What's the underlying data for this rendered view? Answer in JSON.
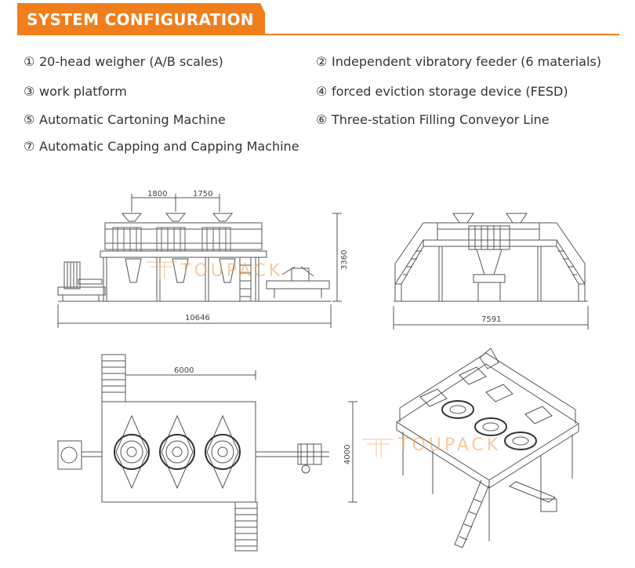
{
  "header": {
    "title": "SYSTEM CONFIGURATION",
    "accent_color": "#f07e1a"
  },
  "items": [
    {
      "num": "①",
      "label": "20-head weigher (A/B scales)"
    },
    {
      "num": "②",
      "label": "Independent vibratory feeder (6 materials)"
    },
    {
      "num": "③",
      "label": "work platform"
    },
    {
      "num": "④",
      "label": "forced eviction storage device (FESD)"
    },
    {
      "num": "⑤",
      "label": "Automatic Cartoning Machine"
    },
    {
      "num": "⑥",
      "label": "Three-station Filling Conveyor Line"
    },
    {
      "num": "⑦",
      "label": "Automatic Capping and Capping Machine"
    }
  ],
  "front_view": {
    "dim_a": "1800",
    "dim_b": "1750",
    "height": "3360",
    "width": "10646"
  },
  "side_view": {
    "width": "7591"
  },
  "top_view": {
    "length": "6000",
    "depth": "4000"
  },
  "watermark": {
    "text": "TOUPACK"
  }
}
